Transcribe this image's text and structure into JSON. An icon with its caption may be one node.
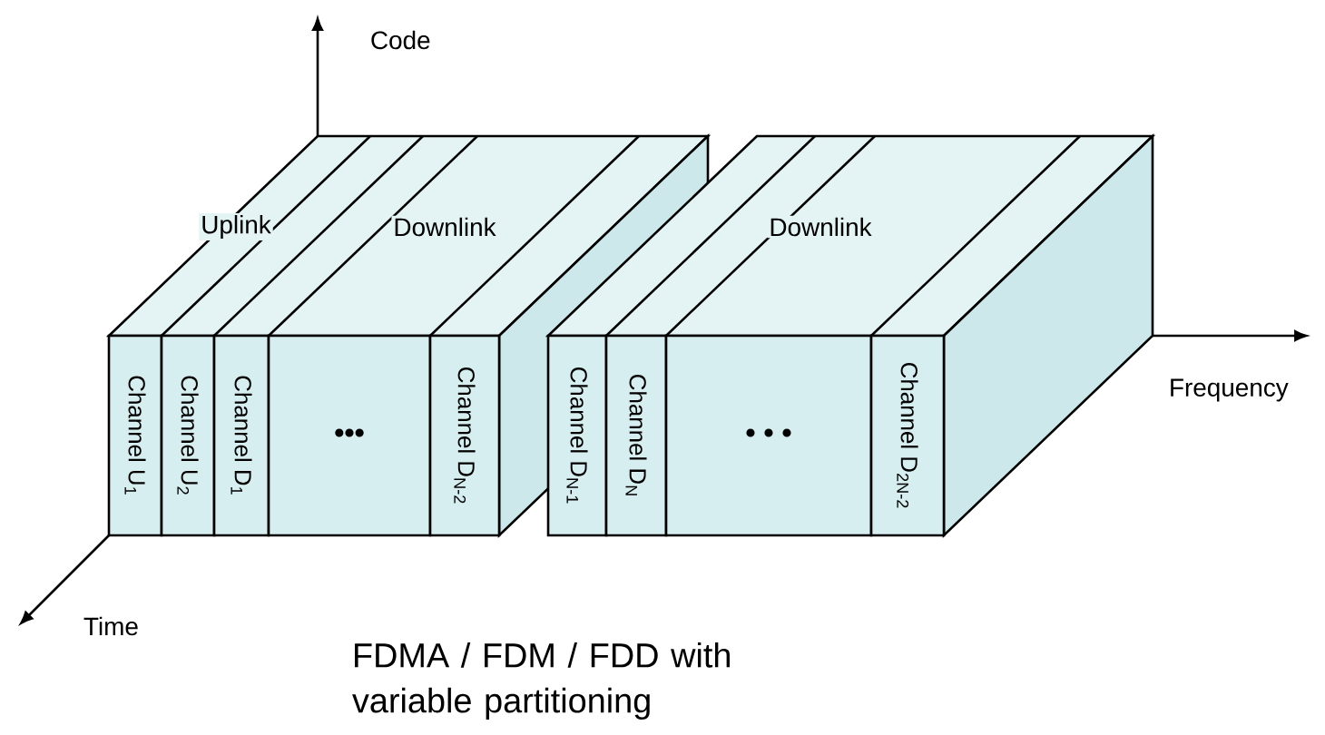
{
  "diagram": {
    "caption": "FDMA / FDM / FDD with variable partitioning",
    "nodes": [
      {
        "text": [
          "Channel U$_{1}$"
        ]
      },
      {
        "text": [
          "Channel U$_{2}$"
        ]
      },
      {
        "text": [
          "Channel D$_{1}$"
        ]
      },
      {
        "text": [
          "•••"
        ]
      },
      {
        "text": [
          "Channel D$_{N-2}$"
        ]
      },
      {
        "text": [
          "Channel D$_{N-1}$"
        ]
      },
      {
        "text": [
          "Channel D$_{N}$"
        ]
      },
      {
        "text": [
          "• • •"
        ]
      },
      {
        "text": [
          "Channel D$_{2N-2}$"
        ]
      }
    ],
    "labels": [
      "Code",
      "Uplink",
      "Downlink",
      "Downlink",
      "Frequency",
      "Time"
    ]
  }
}
